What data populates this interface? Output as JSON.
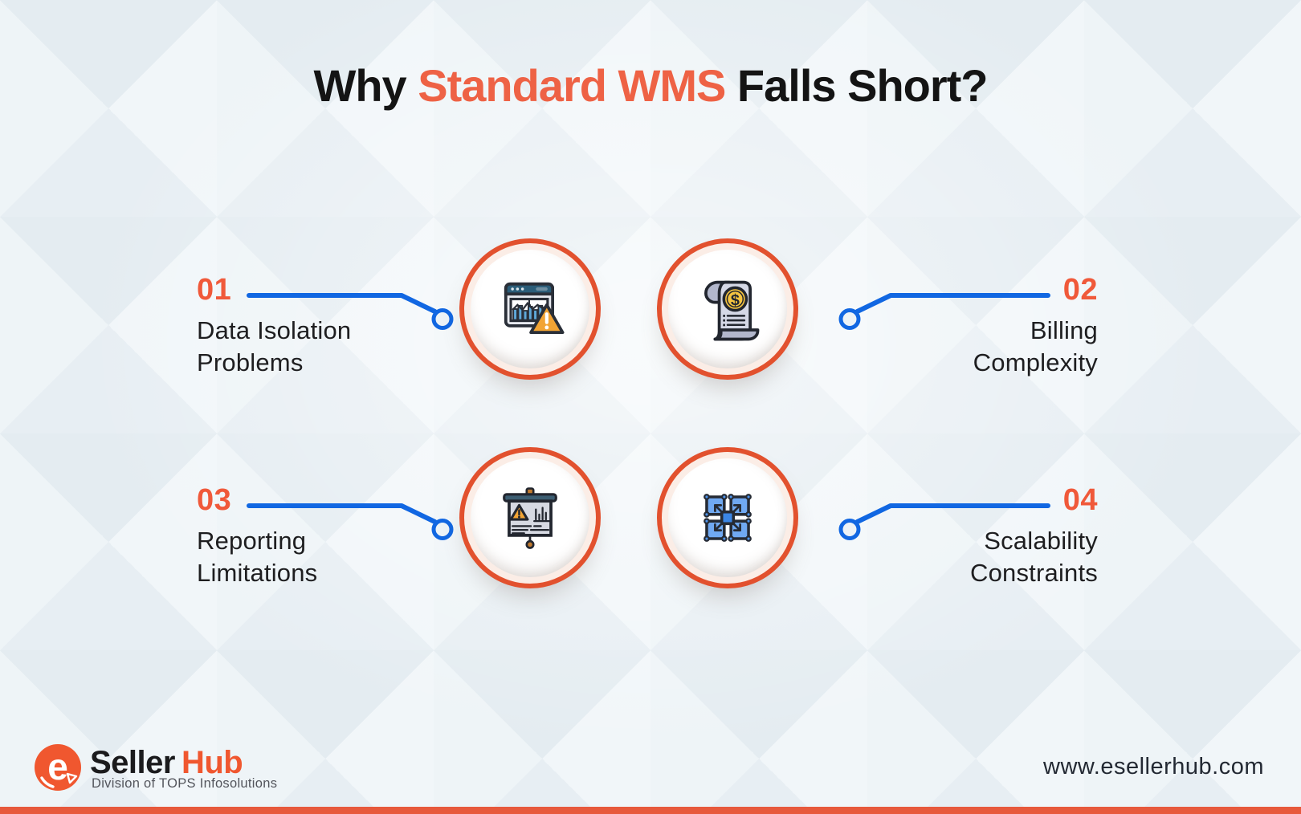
{
  "title": {
    "prefix": "Why ",
    "highlight": "Standard WMS",
    "suffix": " Falls Short?"
  },
  "items": [
    {
      "number": "01",
      "line1": "Data Isolation",
      "line2": "Problems",
      "icon": "browser-analytics-warning-icon"
    },
    {
      "number": "02",
      "line1": "Billing",
      "line2": "Complexity",
      "icon": "invoice-scroll-dollar-icon"
    },
    {
      "number": "03",
      "line1": "Reporting",
      "line2": "Limitations",
      "icon": "presentation-report-warning-icon"
    },
    {
      "number": "04",
      "line1": "Scalability",
      "line2": "Constraints",
      "icon": "expand-squares-icon"
    }
  ],
  "footer": {
    "brand_primary": "Seller",
    "brand_secondary": "Hub",
    "tagline": "Division of TOPS Infosolutions",
    "website": "www.esellerhub.com"
  },
  "colors": {
    "accent_orange": "#F0593A",
    "title_highlight": "#EE6245",
    "ring_orange": "#E2512E",
    "connector_blue": "#1167E2",
    "text_dark": "#1E1E20",
    "background": "#EAF1F5",
    "bottom_bar": "#E7593C",
    "warning_orange": "#F2A434",
    "icon_blue": "#70A9F2"
  }
}
